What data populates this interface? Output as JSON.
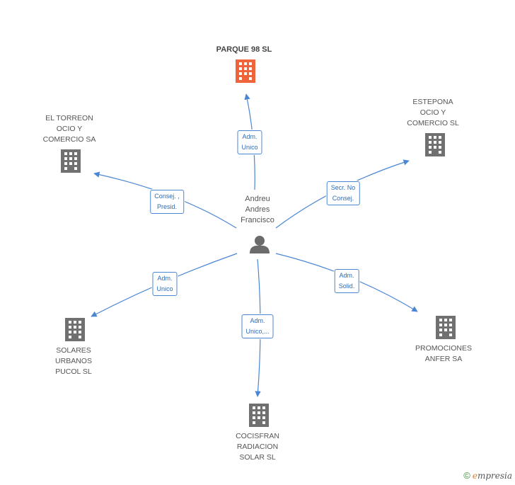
{
  "center": {
    "name_lines": [
      "Andreu",
      "Andres",
      "Francisco"
    ],
    "icon": "person-icon"
  },
  "nodes": [
    {
      "id": "parque",
      "lines": [
        "PARQUE 98 SL"
      ],
      "focus": true,
      "color": "#f0643c"
    },
    {
      "id": "estepona",
      "lines": [
        "ESTEPONA",
        "OCIO Y",
        "COMERCIO SL"
      ],
      "focus": false,
      "color": "#707070"
    },
    {
      "id": "torreon",
      "lines": [
        "EL TORREON",
        "OCIO Y",
        "COMERCIO SA"
      ],
      "focus": false,
      "color": "#707070"
    },
    {
      "id": "promociones",
      "lines": [
        "PROMOCIONES",
        "ANFER SA"
      ],
      "focus": false,
      "color": "#707070"
    },
    {
      "id": "solares",
      "lines": [
        "SOLARES",
        "URBANOS",
        "PUCOL SL"
      ],
      "focus": false,
      "color": "#707070"
    },
    {
      "id": "cocisfran",
      "lines": [
        "COCISFRAN",
        "RADIACION",
        "SOLAR SL"
      ],
      "focus": false,
      "color": "#707070"
    }
  ],
  "edges": [
    {
      "to": "parque",
      "lines": [
        "Adm.",
        "Unico"
      ]
    },
    {
      "to": "estepona",
      "lines": [
        "Secr.  No",
        "Consej."
      ]
    },
    {
      "to": "torreon",
      "lines": [
        "Consej. ,",
        "Presid."
      ]
    },
    {
      "to": "promociones",
      "lines": [
        "Adm.",
        "Solid."
      ]
    },
    {
      "to": "solares",
      "lines": [
        "Adm.",
        "Unico"
      ]
    },
    {
      "to": "cocisfran",
      "lines": [
        "Adm.",
        "Unico,..."
      ]
    }
  ],
  "footer": {
    "copyright": "©",
    "brand_initial": "e",
    "brand_rest": "mpresia"
  },
  "colors": {
    "edge": "#4a86d4",
    "focus_building": "#f0643c",
    "building": "#707070",
    "person": "#6b6b6b"
  }
}
